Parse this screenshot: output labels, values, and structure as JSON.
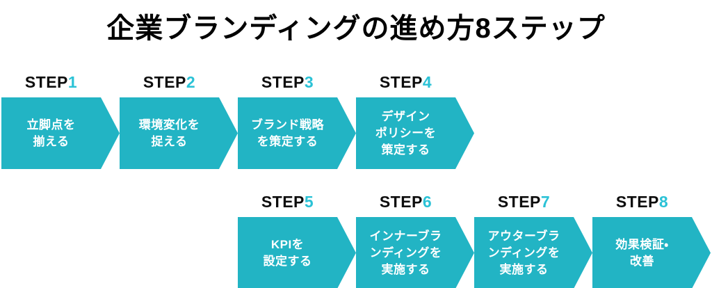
{
  "title": "企業ブランディングの進め方8ステップ",
  "colors": {
    "arrow_fill": "#22b4c4",
    "step_number": "#2bc2d6",
    "label_text": "#0d0d0d",
    "arrow_text": "#ffffff",
    "title_text": "#000000",
    "background": "#ffffff"
  },
  "steps": [
    {
      "label": "STEP",
      "number": "1",
      "lines": [
        "立脚点を",
        "揃える"
      ]
    },
    {
      "label": "STEP",
      "number": "2",
      "lines": [
        "環境変化を",
        "捉える"
      ]
    },
    {
      "label": "STEP",
      "number": "3",
      "lines": [
        "ブランド戦略",
        "を策定する"
      ]
    },
    {
      "label": "STEP",
      "number": "4",
      "lines": [
        "デザイン",
        "ポリシーを",
        "策定する"
      ]
    },
    {
      "label": "STEP",
      "number": "5",
      "lines": [
        "KPIを",
        "設定する"
      ]
    },
    {
      "label": "STEP",
      "number": "6",
      "lines": [
        "インナーブラ",
        "ンディングを",
        "実施する"
      ]
    },
    {
      "label": "STEP",
      "number": "7",
      "lines": [
        "アウターブラ",
        "ンディングを",
        "実施する"
      ]
    },
    {
      "label": "STEP",
      "number": "8",
      "lines": [
        "効果検証・",
        "改善"
      ]
    }
  ]
}
